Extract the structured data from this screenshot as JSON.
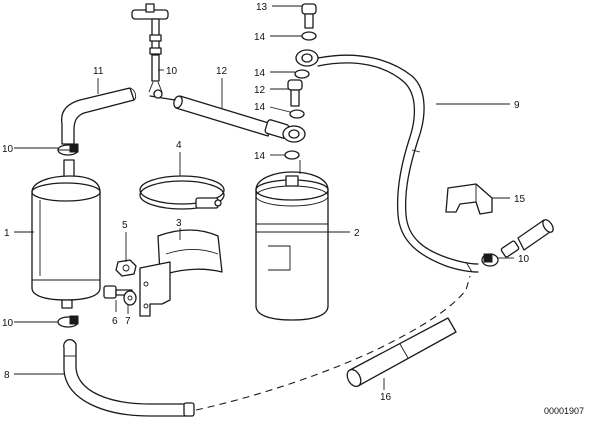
{
  "diagram": {
    "reference": "00001907",
    "callouts": [
      {
        "id": "c1",
        "text": "1"
      },
      {
        "id": "c2",
        "text": "2"
      },
      {
        "id": "c3",
        "text": "3"
      },
      {
        "id": "c4",
        "text": "4"
      },
      {
        "id": "c5",
        "text": "5"
      },
      {
        "id": "c6",
        "text": "6"
      },
      {
        "id": "c7",
        "text": "7"
      },
      {
        "id": "c8",
        "text": "8"
      },
      {
        "id": "c9",
        "text": "9"
      },
      {
        "id": "c10a",
        "text": "10"
      },
      {
        "id": "c10b",
        "text": "10"
      },
      {
        "id": "c10c",
        "text": "10"
      },
      {
        "id": "c10d",
        "text": "10"
      },
      {
        "id": "c11",
        "text": "11"
      },
      {
        "id": "c12a",
        "text": "12"
      },
      {
        "id": "c12b",
        "text": "12"
      },
      {
        "id": "c13",
        "text": "13"
      },
      {
        "id": "c14a",
        "text": "14"
      },
      {
        "id": "c14b",
        "text": "14"
      },
      {
        "id": "c14c",
        "text": "14"
      },
      {
        "id": "c14d",
        "text": "14"
      },
      {
        "id": "c15",
        "text": "15"
      },
      {
        "id": "c16",
        "text": "16"
      }
    ]
  }
}
